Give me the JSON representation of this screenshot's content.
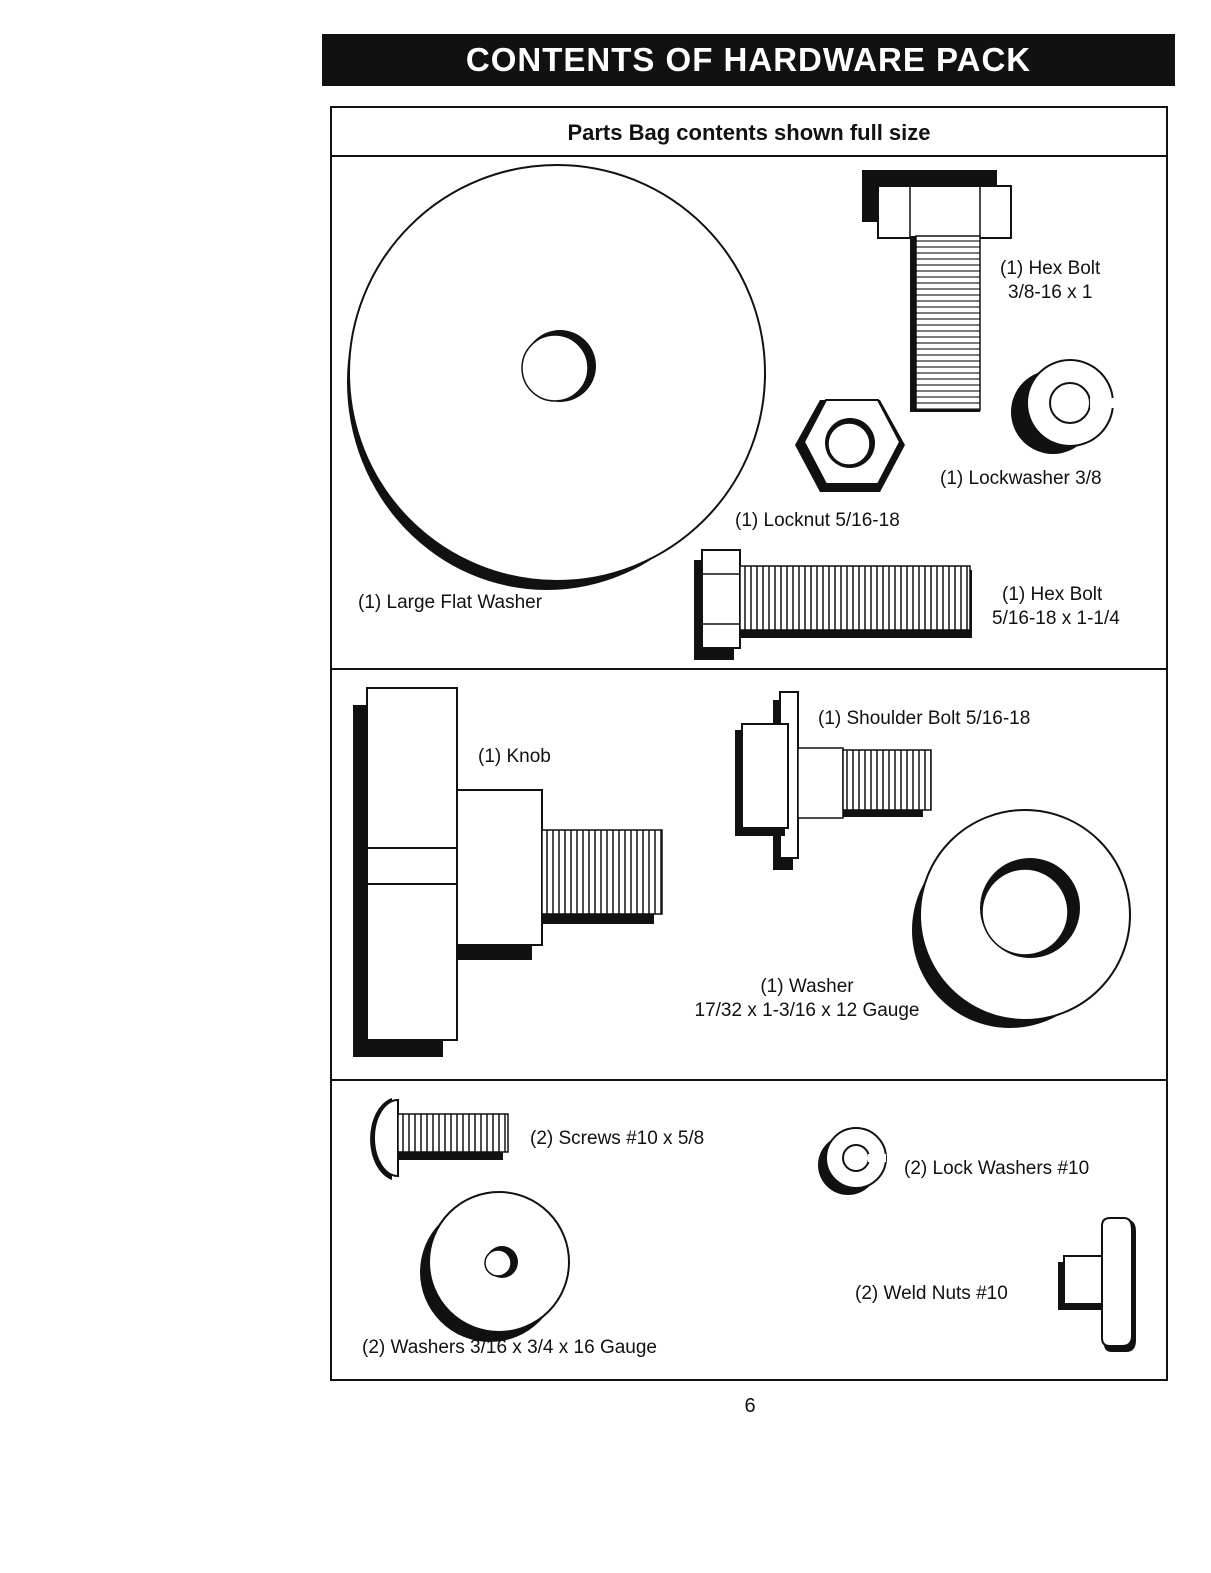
{
  "header": {
    "title": "CONTENTS OF HARDWARE PACK"
  },
  "panel": {
    "subtitle": "Parts Bag contents shown full size"
  },
  "parts": {
    "hex_bolt_large": {
      "line1": "(1) Hex Bolt",
      "line2": "3/8-16 x 1"
    },
    "lockwasher": {
      "label": "(1) Lockwasher 3/8"
    },
    "locknut": {
      "label": "(1) Locknut 5/16-18"
    },
    "large_flat_washer": {
      "label": "(1) Large Flat Washer"
    },
    "hex_bolt_small": {
      "line1": "(1) Hex Bolt",
      "line2": "5/16-18 x 1-1/4"
    },
    "knob": {
      "label": "(1) Knob"
    },
    "shoulder_bolt": {
      "label": "(1) Shoulder Bolt 5/16-18"
    },
    "washer": {
      "line1": "(1) Washer",
      "line2": "17/32 x 1-3/16 x 12 Gauge"
    },
    "screws": {
      "label": "(2) Screws #10 x 5/8"
    },
    "lock_washers": {
      "label": "(2) Lock Washers #10"
    },
    "washers_small": {
      "label": "(2) Washers 3/16 x 3/4 x 16 Gauge"
    },
    "weld_nuts": {
      "label": "(2) Weld Nuts #10"
    }
  },
  "footer": {
    "page_number": "6"
  }
}
